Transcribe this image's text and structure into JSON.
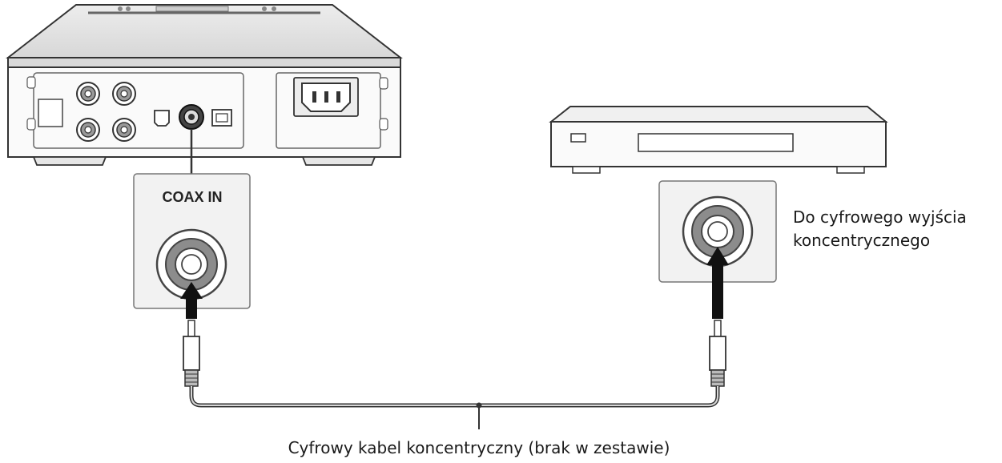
{
  "labels": {
    "coax_in": "COAX IN",
    "output_line1": "Do cyfrowego wyjścia",
    "output_line2": "koncentrycznego",
    "cable": "Cyfrowy kabel koncentryczny (brak w zestawie)"
  },
  "colors": {
    "stroke": "#333333",
    "fill_light": "#f7f7f7",
    "fill_panel": "#f2f2f2",
    "jack_gray": "#8c8c8c",
    "arrow": "#111111"
  }
}
